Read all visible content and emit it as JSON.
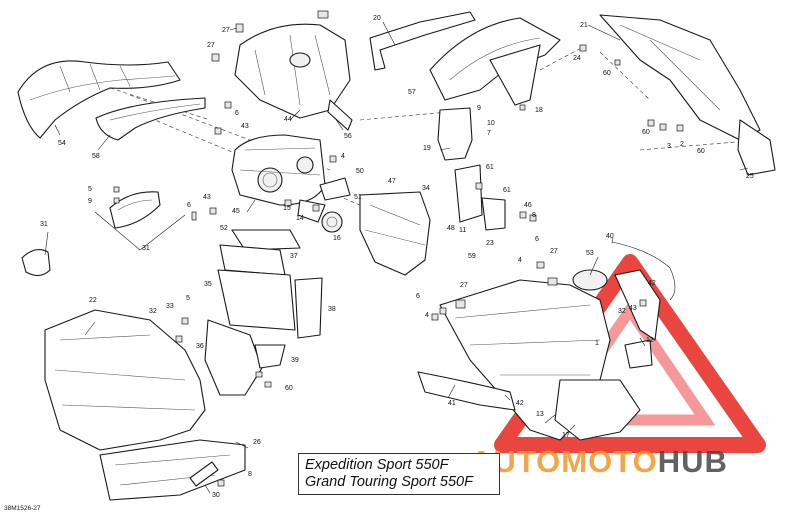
{
  "diagram": {
    "title_lines": [
      "Expedition Sport 550F",
      "Grand Touring Sport 550F"
    ],
    "reference_code": "38M1526-27",
    "watermark": {
      "word_colored": "AUTOMOTO",
      "word_dark": "HUB",
      "accent_color": "#e8322b",
      "orange_color": "#f0962a"
    },
    "callouts": {
      "c1": "27",
      "c2": "20",
      "c3": "21",
      "c4": "27",
      "c5": "57",
      "c6": "18",
      "c7": "24",
      "c8": "60",
      "c9": "54",
      "c10": "58",
      "c11": "6",
      "c12": "43",
      "c13": "44",
      "c14": "56",
      "c15": "9",
      "c16": "10",
      "c17": "7",
      "c18": "19",
      "c19": "60",
      "c20": "3",
      "c21": "2",
      "c22": "60",
      "c23": "25",
      "c24": "4",
      "c25": "50",
      "c26": "51",
      "c27": "61",
      "c28": "61",
      "c29": "46",
      "c30": "8",
      "c31": "5",
      "c32": "9",
      "c33": "43",
      "c34": "6",
      "c35": "45",
      "c36": "15",
      "c37": "14",
      "c38": "16",
      "c39": "47",
      "c40": "34",
      "c41": "48",
      "c42": "11",
      "c43": "23",
      "c44": "31",
      "c45": "31",
      "c46": "52",
      "c47": "37",
      "c48": "35",
      "c49": "38",
      "c50": "59",
      "c51": "6",
      "c52": "27",
      "c53": "4",
      "c54": "53",
      "c55": "40",
      "c56": "42",
      "c57": "22",
      "c58": "33",
      "c59": "32",
      "c60": "5",
      "c61": "4",
      "c62": "6",
      "c63": "27",
      "c64": "36",
      "c65": "39",
      "c66": "60",
      "c67": "32",
      "c68": "43",
      "c69": "12",
      "c70": "41",
      "c71": "42",
      "c72": "13",
      "c73": "17",
      "c74": "26",
      "c75": "8",
      "c76": "30",
      "c77": "1"
    }
  }
}
